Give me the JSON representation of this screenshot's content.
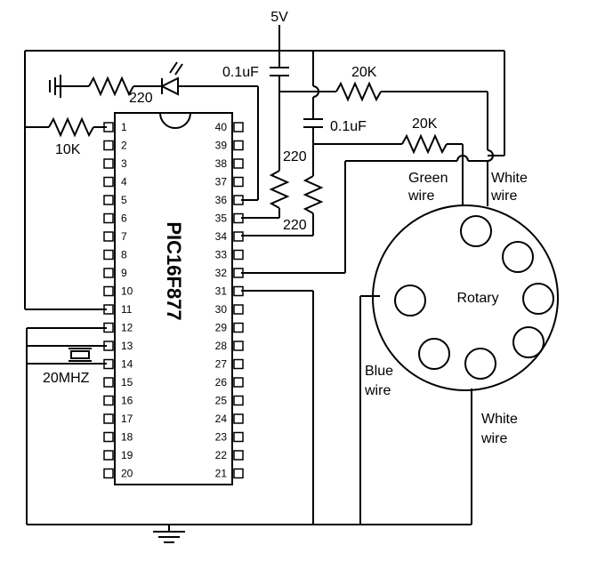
{
  "supply_label": "5V",
  "chip_label": "PIC16F877",
  "crystal_label": "20MHZ",
  "rotary_label": "Rotary",
  "components": {
    "r_led": "220",
    "r_pullup": "10K",
    "c_top": "0.1uF",
    "c_mid": "0.1uF",
    "r_20k_top": "20K",
    "r_20k_mid": "20K",
    "r_220_a": "220",
    "r_220_b": "220"
  },
  "wires": {
    "green": [
      "Green",
      "wire"
    ],
    "white_top": [
      "White",
      "wire"
    ],
    "blue": [
      "Blue",
      "wire"
    ],
    "white_bottom": [
      "White",
      "wire"
    ]
  },
  "pins_left": [
    "1",
    "2",
    "3",
    "4",
    "5",
    "6",
    "7",
    "8",
    "9",
    "10",
    "11",
    "12",
    "13",
    "14",
    "15",
    "16",
    "17",
    "18",
    "19",
    "20"
  ],
  "pins_right": [
    "40",
    "39",
    "38",
    "37",
    "36",
    "35",
    "34",
    "33",
    "32",
    "31",
    "30",
    "29",
    "28",
    "27",
    "26",
    "25",
    "24",
    "23",
    "22",
    "21"
  ]
}
